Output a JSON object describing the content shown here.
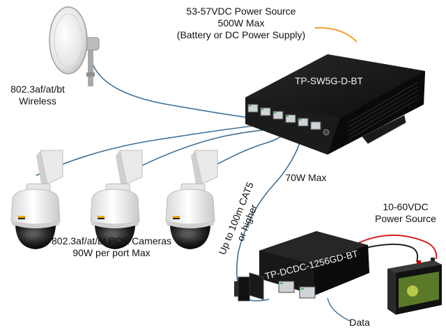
{
  "labels": {
    "power_source_line1": "53-57VDC Power Source",
    "power_source_line2": "500W Max",
    "power_source_line3": "(Battery or DC Power Supply)",
    "switch_name": "TP-SW5G-D-BT",
    "wireless_line1": "802.3af/at/bt",
    "wireless_line2": "Wireless",
    "uplink_power": "70W Max",
    "cable_line1": "Up to 100m CAT5",
    "cable_line2": "or higher",
    "dc_source_line1": "10-60VDC",
    "dc_source_line2": "Power Source",
    "cameras_line1": "802.3af/at/bt POE Cameras",
    "cameras_line2": "90W per port Max",
    "converter_name": "TP-DCDC-1256GD-BT",
    "data_label": "Data"
  },
  "colors": {
    "power_cable": "#f0a030",
    "network_cable": "#3d6f96",
    "dc_red_wire": "#d42020",
    "device_body": "#161616",
    "battery_green": "#5a7a2a",
    "port_green": "#3fae49"
  },
  "icons": {
    "antenna": "dish-antenna-icon",
    "camera": "ptz-dome-camera-icon",
    "battery": "battery-icon"
  }
}
